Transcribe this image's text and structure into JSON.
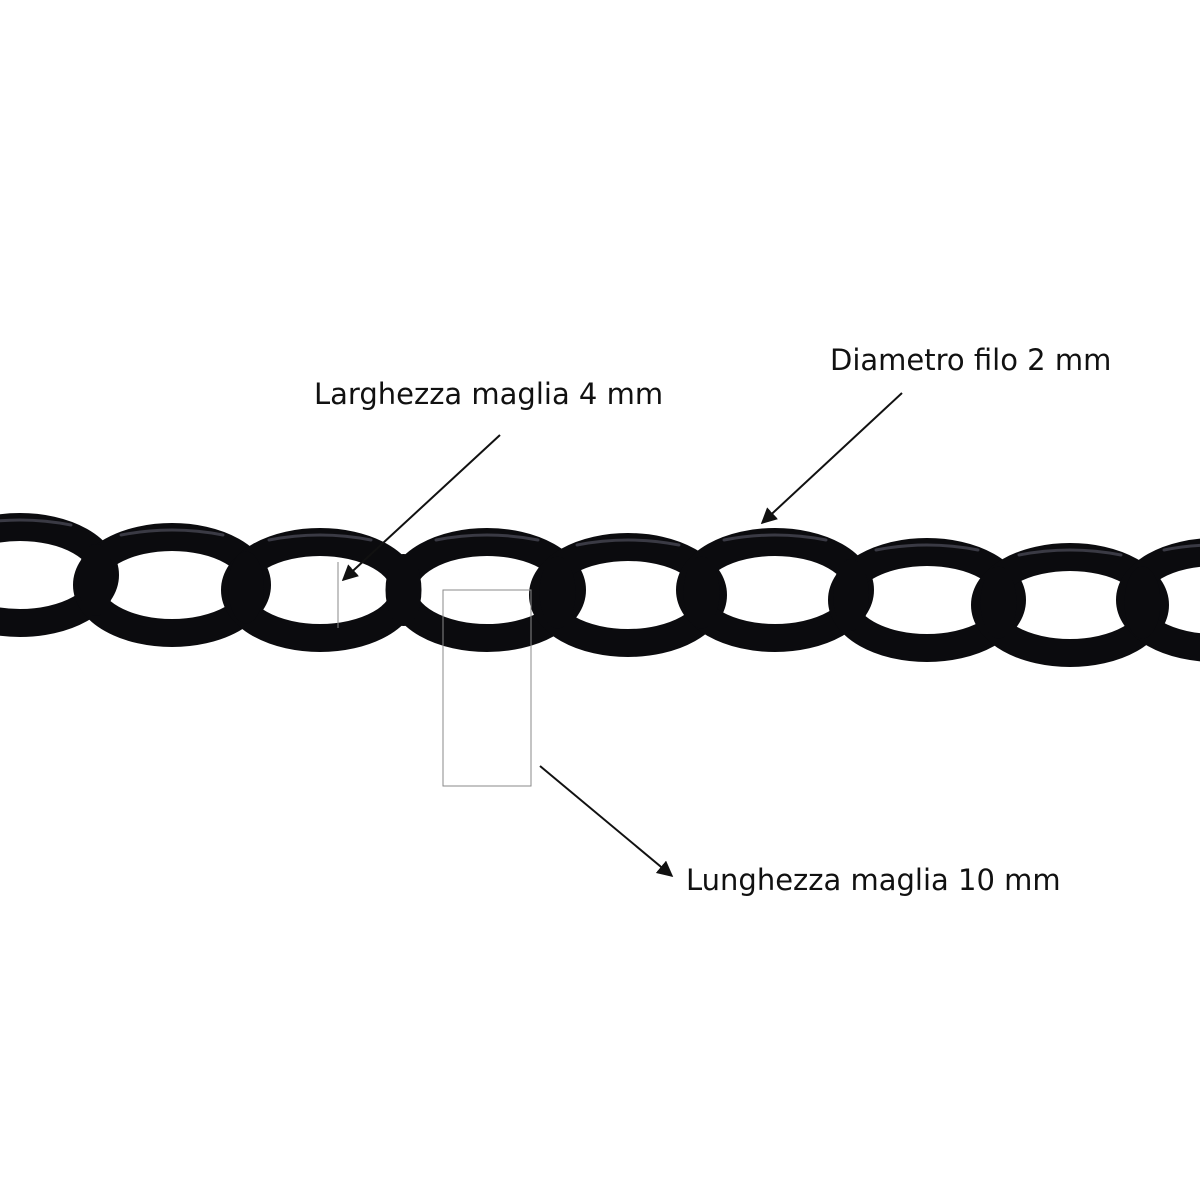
{
  "labels": {
    "width": "Larghezza maglia 4 mm",
    "wire": "Diametro filo 2 mm",
    "length": "Lunghezza maglia 10 mm"
  },
  "colors": {
    "chain": "#0b0b0e",
    "background": "#ffffff",
    "text": "#111111",
    "measure_lines": "#8a8a8a"
  }
}
